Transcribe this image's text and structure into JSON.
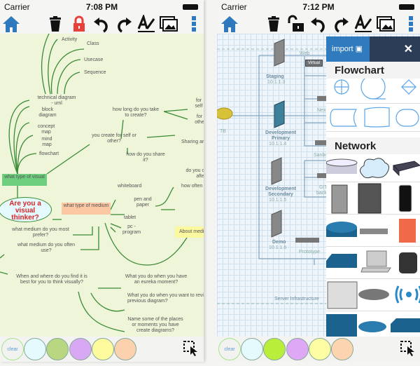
{
  "left": {
    "status": {
      "carrier": "Carrier",
      "time": "7:08 PM"
    },
    "toolbar": [
      "home-icon",
      "trash-icon",
      "lock-icon",
      "undo-icon",
      "redo-icon",
      "text-style-icon",
      "image-icon",
      "menu-icon"
    ],
    "lock_color": "#e8413c",
    "mindmap": {
      "central": "Are you a visual thinker?",
      "nodes": [
        "Activity",
        "Class",
        "Usecase",
        "Sequence",
        "technical diagram - uml",
        "block diagram",
        "concept map",
        "mind map",
        "flowchart",
        "how long do you take to create?",
        "for self",
        "for othe",
        "you create for self or other?",
        "Sharing ar",
        "how do you share it?",
        "what type of visual",
        "do you c afte",
        "how often",
        "whiteboard",
        "what type of medium",
        "pen and paper",
        "tablet",
        "pc - program",
        "About medi",
        "what medium do you most prefer?",
        "what medium do you often use?",
        "When and where do you find it is best for you to think visually?",
        "What you do when you have an eureka moment?",
        "What you do when you want to revi previous diagram?",
        "Name some of the places or moments you have create diagrams?"
      ]
    },
    "palette": {
      "clear": "clear",
      "colors": [
        "#e4fafd",
        "#b9d681",
        "#d9a8f5",
        "#fdfb9e",
        "#fcd1ad"
      ]
    }
  },
  "right": {
    "status": {
      "carrier": "Carrier",
      "time": "7:12 PM"
    },
    "network": {
      "labels": [
        "Web",
        "Staging",
        "10.1.1.3",
        "Development Primary",
        "10.1.1.4",
        "Development Secondary",
        "10.1.1.5",
        "Demo",
        "10.1.1.6",
        "Prototype",
        "Server Infrastructure",
        "TB",
        "Nexu",
        "Sanbox",
        "GIT",
        "backu",
        "Virtual"
      ]
    },
    "panel": {
      "import": "import",
      "close": "✕",
      "sections": [
        "Flowchart",
        "Network"
      ]
    },
    "palette": {
      "clear": "clear",
      "colors": [
        "#e4fafd",
        "#b9ef3a",
        "#dfa8f7",
        "#fdfda4",
        "#fcd5b0"
      ]
    }
  }
}
